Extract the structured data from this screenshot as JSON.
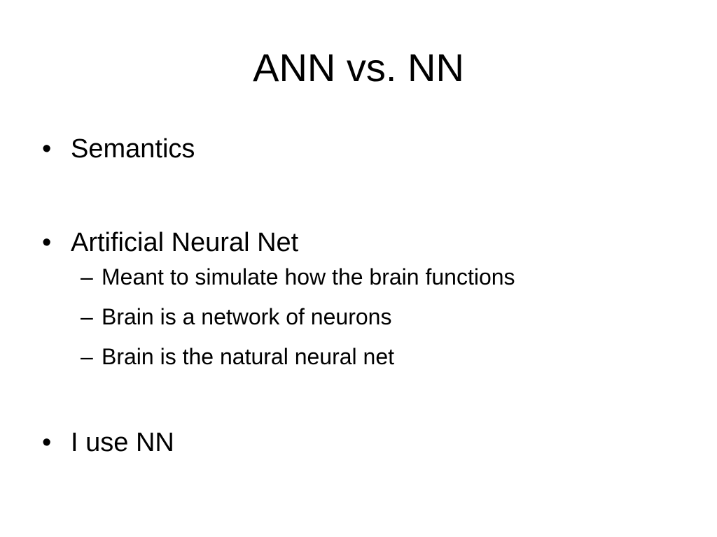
{
  "slide": {
    "title": "ANN vs. NN",
    "bullets": [
      {
        "marker": "•",
        "text": "Semantics"
      },
      {
        "marker": "•",
        "text": "Artificial Neural Net",
        "sub_items": [
          {
            "marker": "–",
            "text": "Meant to simulate how the brain functions"
          },
          {
            "marker": "–",
            "text": "Brain is a network of neurons"
          },
          {
            "marker": "–",
            "text": "Brain is the natural neural net"
          }
        ]
      },
      {
        "marker": "•",
        "text": "I use NN"
      }
    ]
  }
}
